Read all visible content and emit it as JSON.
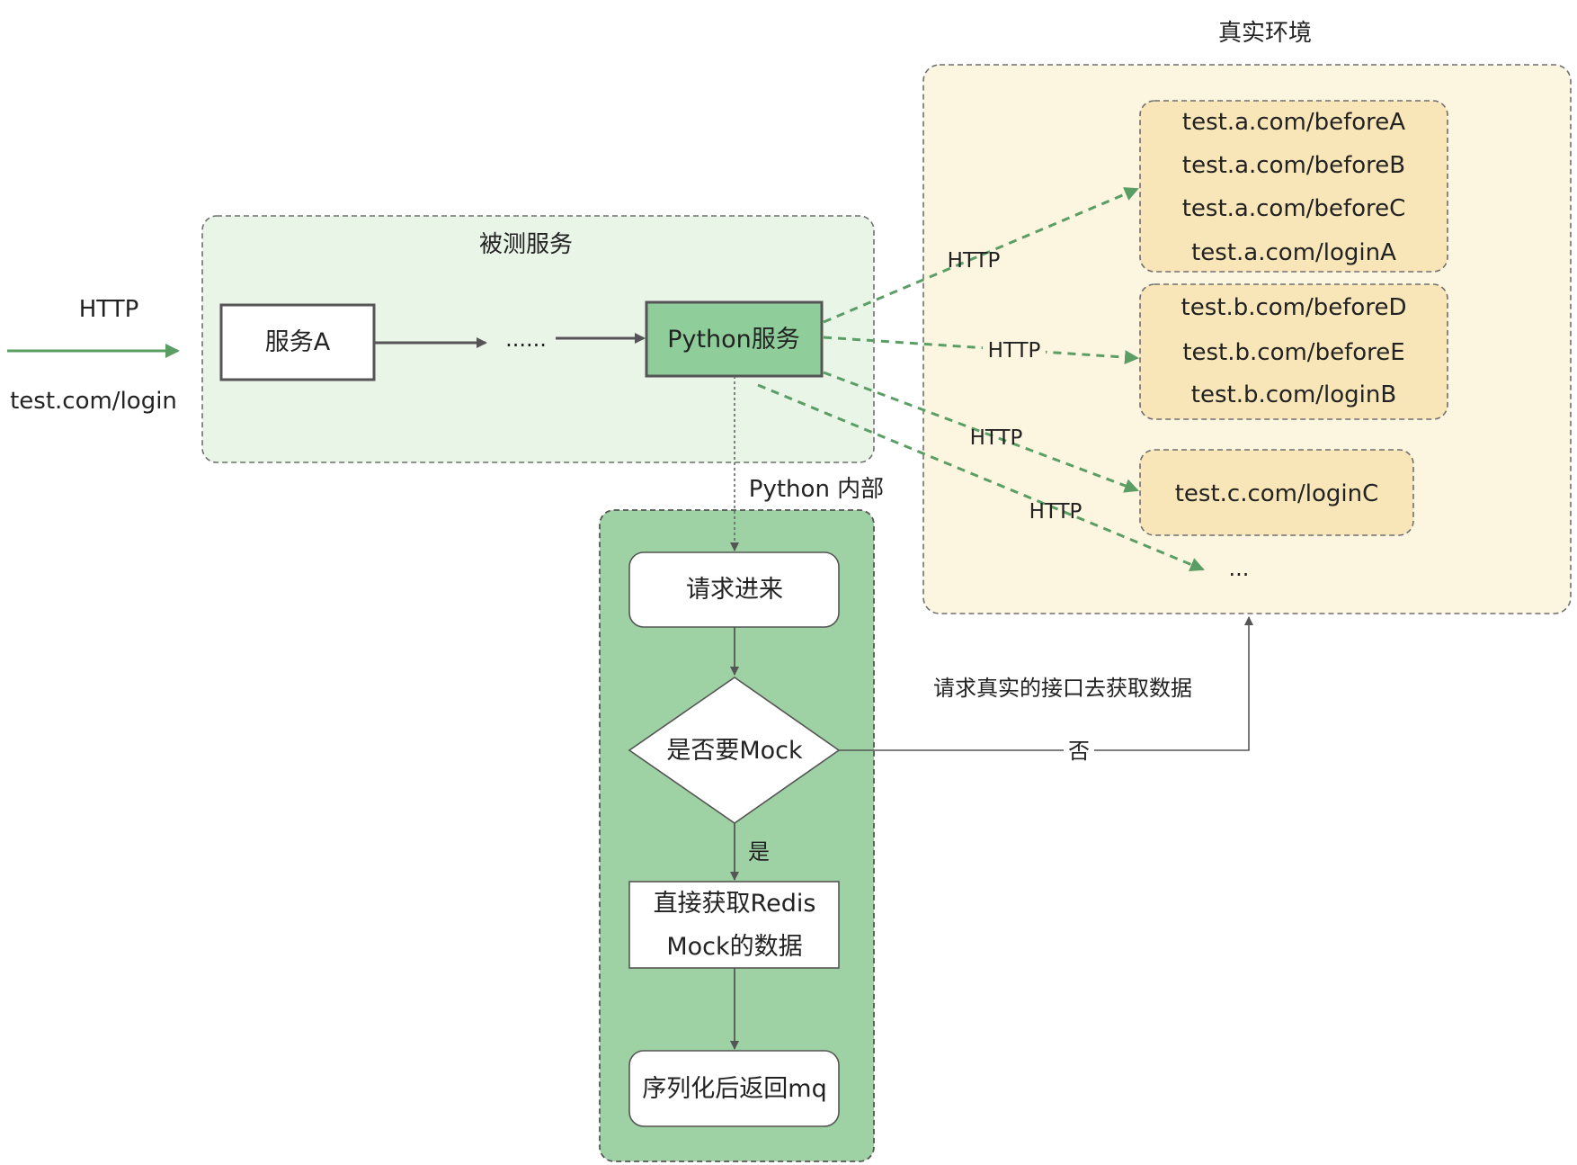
{
  "incoming": {
    "protocol": "HTTP",
    "path": "test.com/login"
  },
  "service_group": {
    "title": "被测服务",
    "service_a": "服务A",
    "ellipsis": "......",
    "python_service": "Python服务"
  },
  "python_internal": {
    "title": "Python 内部",
    "request_in": "请求进来",
    "decision": "是否要Mock",
    "yes_label": "是",
    "redis_line1": "直接获取Redis",
    "redis_line2": "Mock的数据",
    "serialize": "序列化后返回mq"
  },
  "real_env": {
    "title": "真实环境",
    "group_a": [
      "test.a.com/beforeA",
      "test.a.com/beforeB",
      "test.a.com/beforeC",
      "test.a.com/loginA"
    ],
    "group_b": [
      "test.b.com/beforeD",
      "test.b.com/beforeE",
      "test.b.com/loginB"
    ],
    "group_c": [
      "test.c.com/loginC"
    ],
    "more": "..."
  },
  "edges": {
    "http_a": "HTTP",
    "http_b": "HTTP",
    "http_c": "HTTP",
    "http_more": "HTTP",
    "no_label": "否",
    "fetch_real": "请求真实的接口去获取数据"
  },
  "colors": {
    "green_line": "#5a9e66",
    "green_box": "#8fcd9b",
    "light_green_bg": "#e9f5e7",
    "mid_green_bg": "#9ed1a4",
    "yellow_bg": "#fcf5df",
    "url_box": "#f8e6b8"
  }
}
